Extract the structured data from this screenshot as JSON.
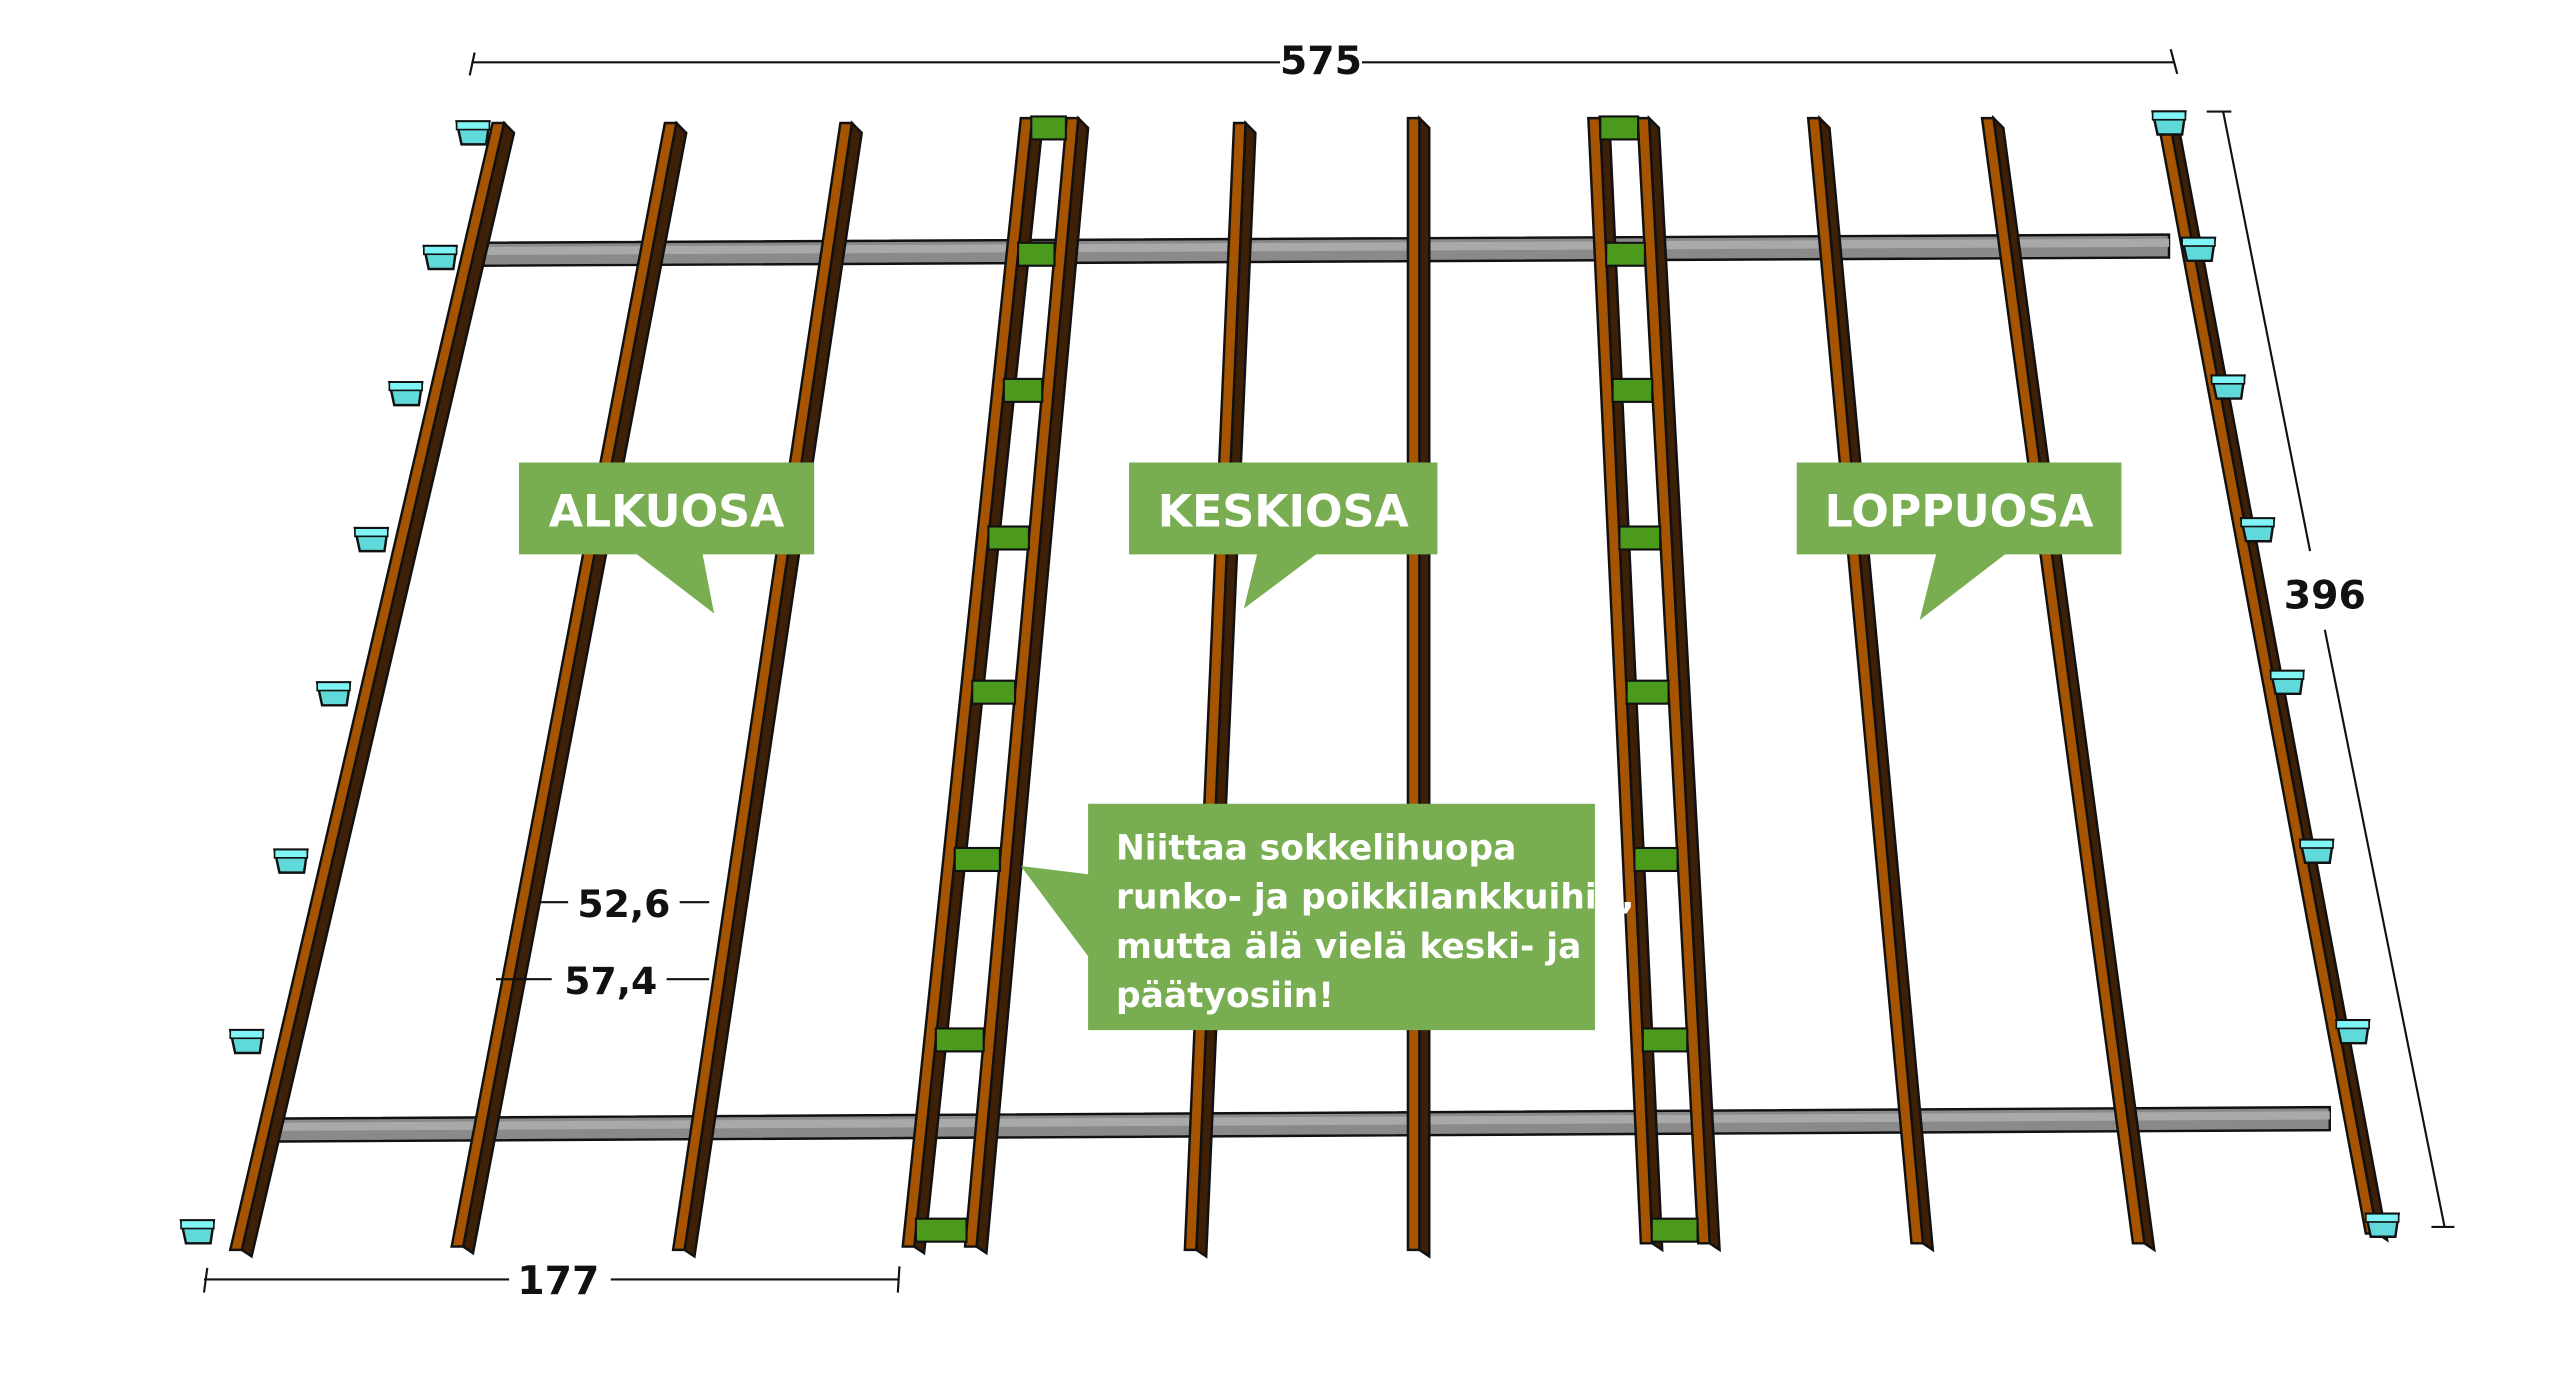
{
  "dimensions": {
    "total_width": "575",
    "total_depth": "396",
    "first_section": "177",
    "spacing_a": "52,6",
    "spacing_b": "57,4"
  },
  "sections": {
    "start": "ALKUOSA",
    "middle": "KESKIOSA",
    "end": "LOPPUOSA"
  },
  "note": {
    "lines": [
      "Niittaa sokkelihuopa",
      "runko- ja poikkilankkuihin,",
      "mutta älä vielä keski- ja",
      "päätyosiin!"
    ]
  },
  "colors": {
    "joist": "#a65400",
    "joist_dark": "#3d2006",
    "beam": "#8a8a8a",
    "beam_top": "#a9a9a9",
    "blocking": "#4c9a1c",
    "pier": "#5fd9da",
    "label_bg": "#78ad52"
  }
}
